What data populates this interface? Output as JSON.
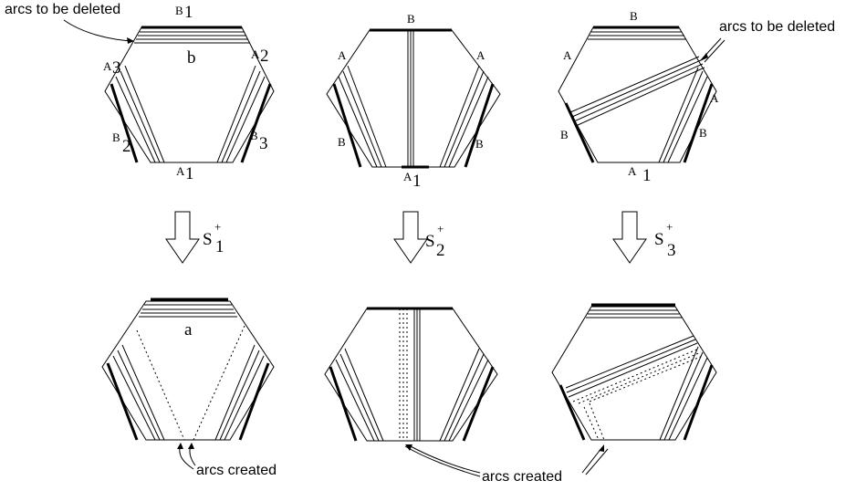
{
  "annotations": {
    "arcs_deleted_left": "arcs to be deleted",
    "arcs_deleted_right": "arcs to be deleted",
    "arcs_created_left": "arcs created",
    "arcs_created_right": "arcs created"
  },
  "panel1": {
    "label_top_B": "B",
    "label_top_1": "1",
    "label_b": "b",
    "label_A3_A": "A",
    "label_A3_3": "3",
    "label_A2_A": "A",
    "label_A2_2": "2",
    "label_B2_B": "B",
    "label_B2_2": "2",
    "label_B3_B": "B",
    "label_B3_3": "3",
    "label_A1_A": "A",
    "label_A1_1": "1"
  },
  "panel2": {
    "label_top_B": "B",
    "label_left_A": "A",
    "label_right_A": "A",
    "label_left_B": "B",
    "label_right_B": "B",
    "label_bottom_A": "A",
    "label_bottom_1": "1"
  },
  "panel3": {
    "label_top_B": "B",
    "label_left_A": "A",
    "label_right_A": "A",
    "label_left_B": "B",
    "label_right_B": "B",
    "label_bottom_A": "A",
    "label_bottom_1": "1"
  },
  "operators": [
    {
      "base": "S",
      "sub": "1",
      "sup": "+"
    },
    {
      "base": "S",
      "sub": "2",
      "sup": "+"
    },
    {
      "base": "S",
      "sub": "3",
      "sup": "+"
    }
  ],
  "result1": {
    "label_a": "a"
  }
}
